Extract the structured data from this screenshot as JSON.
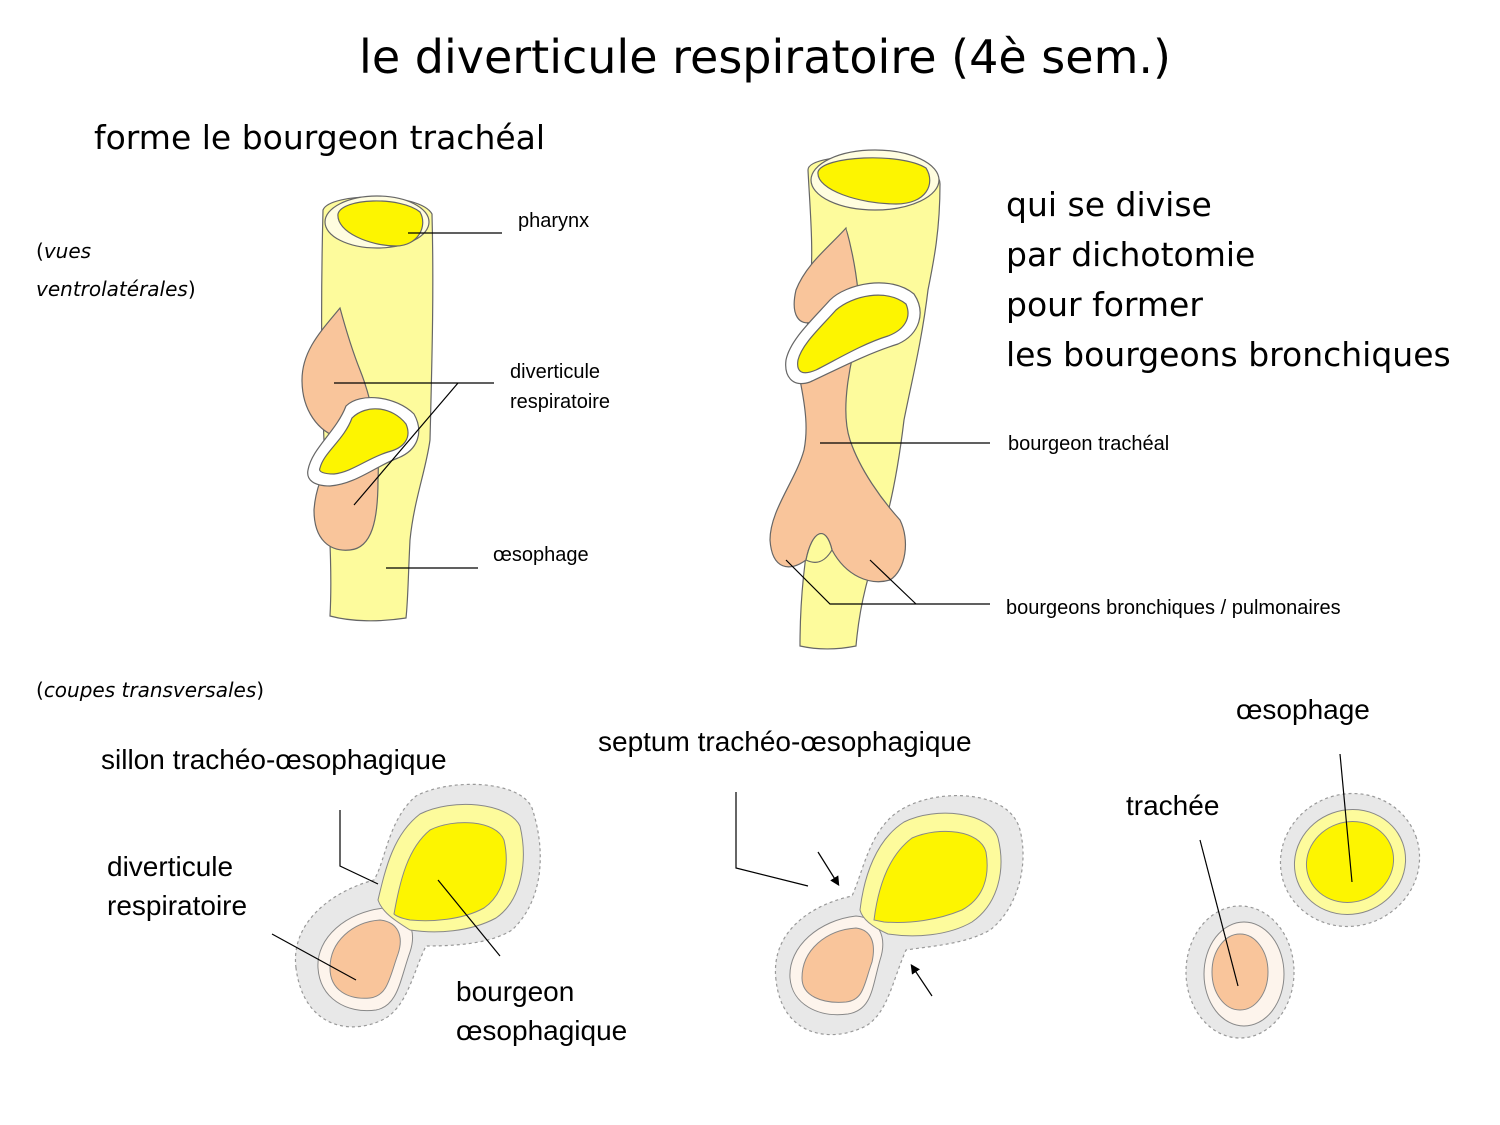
{
  "title": "le diverticule respiratoire (4è sem.)",
  "subtitle": "forme le bourgeon trachéal",
  "views": {
    "ventrolateral_open": "(",
    "ventrolateral_line1": "vues",
    "ventrolateral_line2": "ventrolatérales",
    "ventrolateral_close": ")",
    "transverse_open": "(",
    "transverse_text": "coupes transversales",
    "transverse_close": ")"
  },
  "side_text": [
    "qui se divise",
    "par dichotomie",
    "pour former",
    "les bourgeons bronchiques"
  ],
  "labels": {
    "pharynx": "pharynx",
    "diverticule_1": "diverticule",
    "diverticule_2": "respiratoire",
    "oesophage_top": "œsophage",
    "bourgeon_tracheal": "bourgeon trachéal",
    "bourgeons_bronchiques": "bourgeons bronchiques / pulmonaires",
    "sillon": "sillon trachéo-œsophagique",
    "diverticule_low_1": "diverticule",
    "diverticule_low_2": "respiratoire",
    "bourgeon_oeso_1": "bourgeon",
    "bourgeon_oeso_2": "œsophagique",
    "septum": "septum trachéo-œsophagique",
    "oesophage_low": "œsophage",
    "trachee": "trachée"
  },
  "colors": {
    "tube_yellow": "#fdfb9c",
    "lumen_yellow": "#fdf500",
    "bud_peach": "#f9c59b",
    "mesenchyme_gray": "#e6e6e6",
    "wall_pale": "#fdf4ec"
  }
}
